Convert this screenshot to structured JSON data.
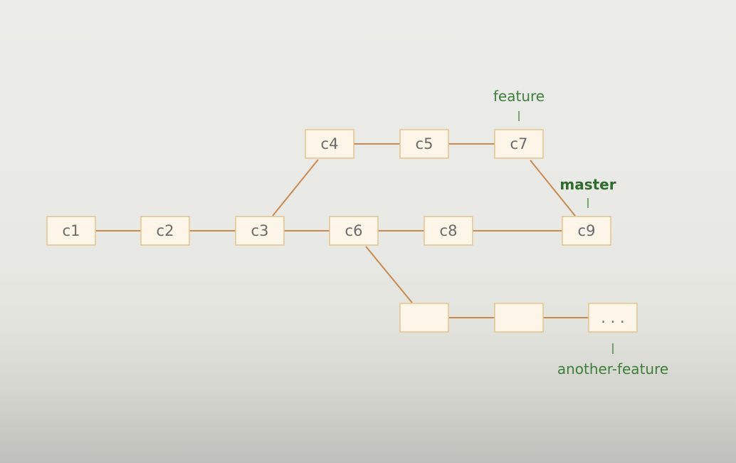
{
  "diagram": {
    "nodes": [
      {
        "id": "c1",
        "label": "c1"
      },
      {
        "id": "c2",
        "label": "c2"
      },
      {
        "id": "c3",
        "label": "c3"
      },
      {
        "id": "c4",
        "label": "c4"
      },
      {
        "id": "c5",
        "label": "c5"
      },
      {
        "id": "c7",
        "label": "c7"
      },
      {
        "id": "c6",
        "label": "c6"
      },
      {
        "id": "c8",
        "label": "c8"
      },
      {
        "id": "c9",
        "label": "c9"
      },
      {
        "id": "n1",
        "label": ""
      },
      {
        "id": "n2",
        "label": ""
      },
      {
        "id": "n3",
        "label": ". . ."
      }
    ],
    "edges": [
      [
        "c1",
        "c2"
      ],
      [
        "c2",
        "c3"
      ],
      [
        "c3",
        "c6"
      ],
      [
        "c6",
        "c8"
      ],
      [
        "c8",
        "c9"
      ],
      [
        "c3",
        "c4"
      ],
      [
        "c4",
        "c5"
      ],
      [
        "c5",
        "c7"
      ],
      [
        "c7",
        "c9"
      ],
      [
        "c6",
        "n1"
      ],
      [
        "n1",
        "n2"
      ],
      [
        "n2",
        "n3"
      ]
    ],
    "branches": [
      {
        "id": "feature",
        "label": "feature",
        "target": "c7"
      },
      {
        "id": "master",
        "label": "master",
        "target": "c9"
      },
      {
        "id": "another-feature",
        "label": "another-feature",
        "target": "n3"
      }
    ]
  }
}
